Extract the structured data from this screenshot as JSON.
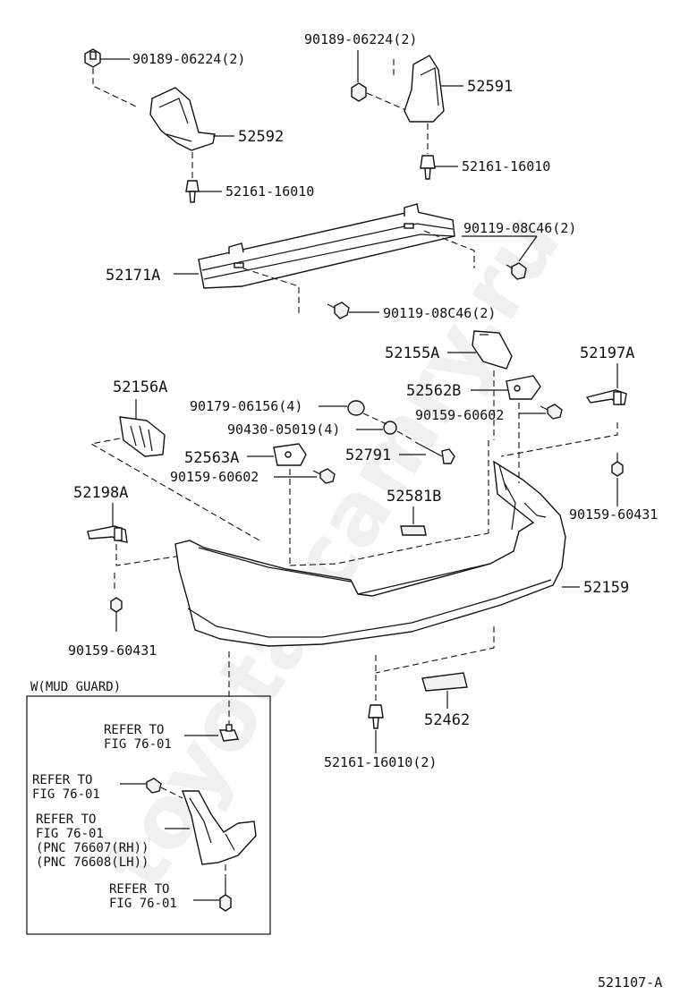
{
  "watermark": "toyota-camry.ru",
  "diagram_id": "521107-A",
  "parts": {
    "bolt_top_left": "90189-06224(2)",
    "bolt_top_right": "90189-06224(2)",
    "bracket_left": "52592",
    "bracket_right": "52591",
    "clip_left": "52161-16010",
    "clip_right": "52161-16010",
    "reinforcement": "52171A",
    "bolt_reinf_right": "90119-08C46(2)",
    "bolt_reinf_bottom": "90119-08C46(2)",
    "retainer_upper_right": "52155A",
    "retainer_lower_right": "52562B",
    "screw_right": "90159-60602",
    "side_bracket_right": "52197A",
    "screw_far_right": "90159-60431",
    "absorber_left": "52156A",
    "nut_cap": "90179-06156(4)",
    "washer": "90430-05019(4)",
    "bolt_long": "52791",
    "retainer_lower_left": "52563A",
    "screw_left": "90159-60602",
    "reflector_pad": "52581B",
    "side_bracket_left": "52198A",
    "screw_far_left": "90159-60431",
    "bumper_cover": "52159",
    "lower_cover": "52462",
    "clip_bottom": "52161-16010(2)"
  },
  "mud_guard": {
    "title": "W(MUD GUARD)",
    "refer1_a": "REFER TO",
    "refer1_b": "FIG 76-01",
    "refer2_a": "REFER TO",
    "refer2_b": "FIG 76-01",
    "refer3_a": "REFER TO",
    "refer3_b": "FIG 76-01",
    "refer3_c": "(PNC 76607(RH))",
    "refer3_d": "(PNC 76608(LH))",
    "refer4_a": "REFER TO",
    "refer4_b": "FIG 76-01"
  }
}
